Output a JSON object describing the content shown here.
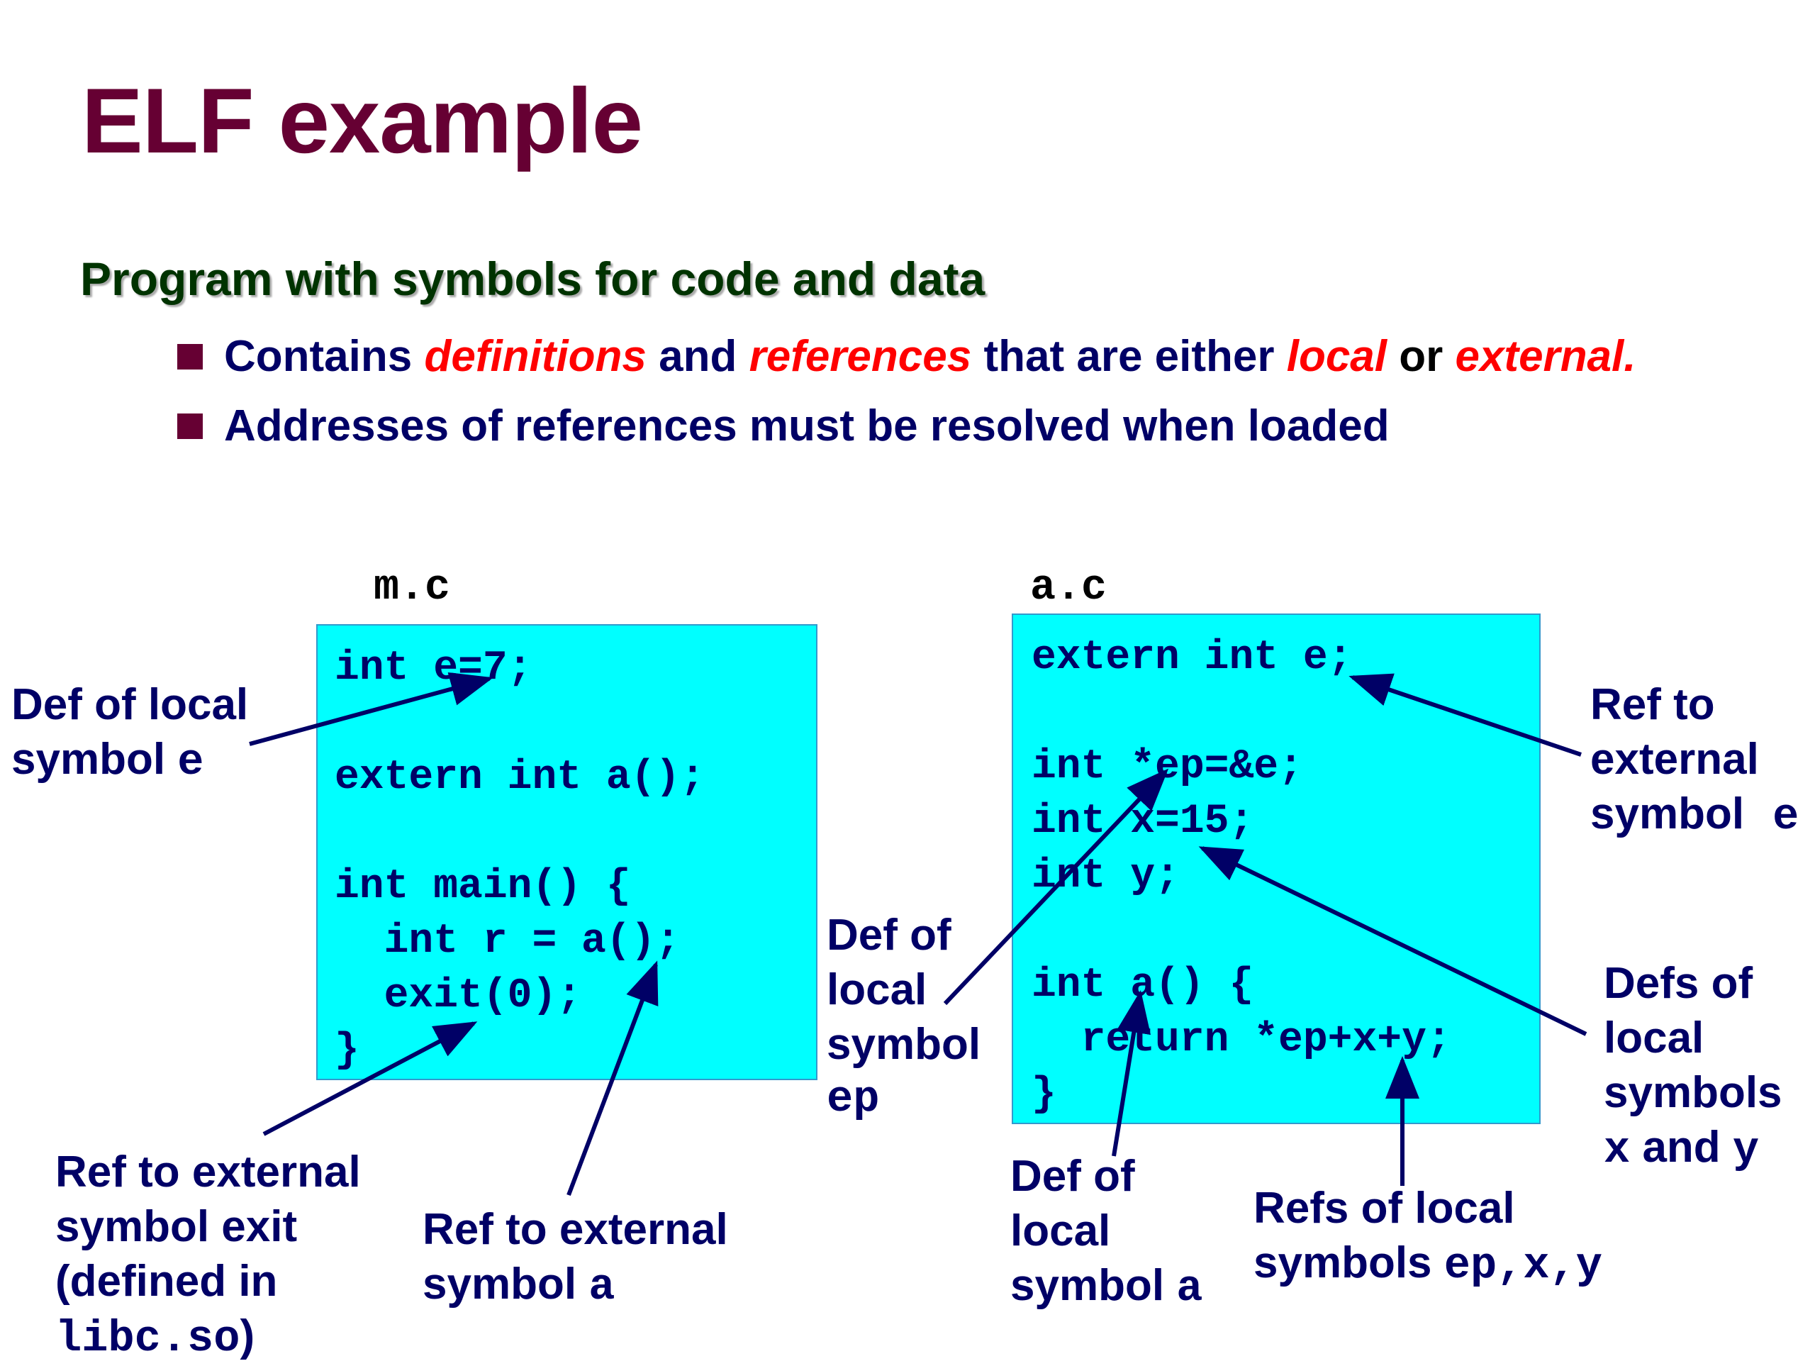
{
  "title": "ELF example",
  "subtitle": "Program with symbols for code and data",
  "bullets": {
    "b1": {
      "p1": "Contains ",
      "e1": "definitions",
      "p2": " and ",
      "e2": "references",
      "p3": " that are either ",
      "e3": "local",
      "p4": " or ",
      "e4": "external."
    },
    "b2": "Addresses of references must be resolved when loaded"
  },
  "files": {
    "m": {
      "name": "m.c",
      "code": "int e=7;\n\nextern int a();\n\nint main() {\n  int r = a();\n  exit(0);\n}"
    },
    "a": {
      "name": "a.c",
      "code": "extern int e;\n\nint *ep=&e;\nint x=15;\nint y;\n\nint a() {\n  return *ep+x+y;\n}"
    }
  },
  "annotations": {
    "def_local_e": {
      "l1": "Def of local",
      "l2": "symbol ",
      "sym": "e"
    },
    "ref_ext_exit": {
      "l1": "Ref to external",
      "l2": "symbol exit",
      "l3": "(defined in",
      "lib": "libc.so",
      "close": ")"
    },
    "ref_ext_a": {
      "l1": "Ref to external",
      "l2": "symbol ",
      "sym": "a"
    },
    "def_local_ep": {
      "l1": "Def of",
      "l2": "local",
      "l3": "symbol",
      "sym": "ep"
    },
    "ref_ext_e": {
      "l1": "Ref to",
      "l2": "external",
      "l3": "symbol",
      "sym": "e"
    },
    "defs_local_xy": {
      "l1": "Defs of",
      "l2": "local",
      "l3": "symbols",
      "sym1": "x",
      "and": " and ",
      "sym2": "y"
    },
    "def_local_a": {
      "l1": "Def of",
      "l2": "local",
      "l3": "symbol ",
      "sym": "a"
    },
    "refs_local": {
      "l1": "Refs of local",
      "l2": "symbols ",
      "sym": "ep,x,y"
    }
  },
  "colors": {
    "title": "#660033",
    "subtitle": "#003300",
    "text": "#000066",
    "emphasis": "#ff0000",
    "codebox": "#00ffff"
  }
}
